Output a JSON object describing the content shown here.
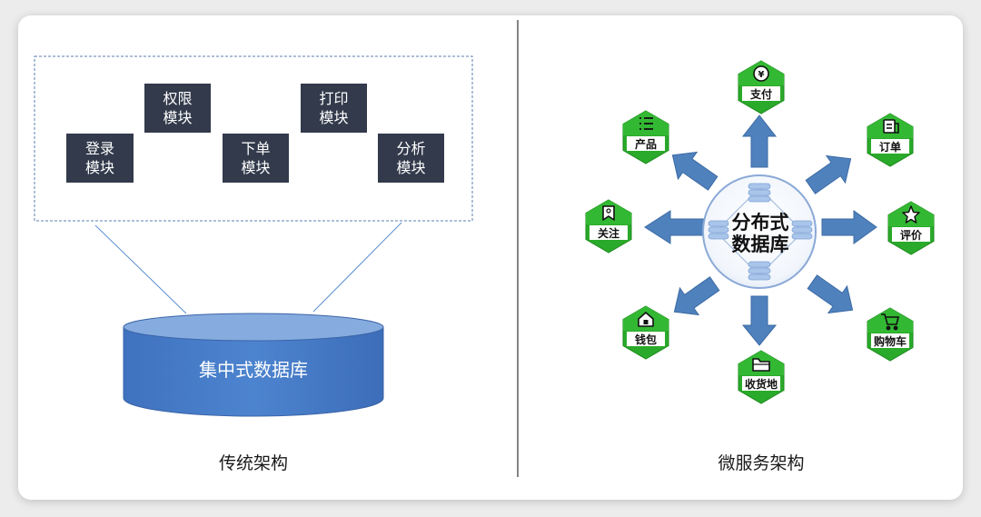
{
  "traditional": {
    "modules": [
      {
        "line1": "权限",
        "line2": "模块"
      },
      {
        "line1": "打印",
        "line2": "模块"
      },
      {
        "line1": "登录",
        "line2": "模块"
      },
      {
        "line1": "下单",
        "line2": "模块"
      },
      {
        "line1": "分析",
        "line2": "模块"
      }
    ],
    "database_label": "集中式数据库",
    "caption": "传统架构"
  },
  "microservice": {
    "center_line1": "分布式",
    "center_line2": "数据库",
    "services": [
      {
        "label": "支付",
        "icon": "coin-icon"
      },
      {
        "label": "订单",
        "icon": "receipt-icon"
      },
      {
        "label": "评价",
        "icon": "star-icon"
      },
      {
        "label": "购物车",
        "icon": "cart-icon"
      },
      {
        "label": "收货地",
        "icon": "folder-icon"
      },
      {
        "label": "钱包",
        "icon": "wallet-icon"
      },
      {
        "label": "关注",
        "icon": "bookmark-icon"
      },
      {
        "label": "产品",
        "icon": "list-icon"
      }
    ],
    "caption": "微服务架构"
  },
  "colors": {
    "module_bg": "#323a4b",
    "db_fill": "#4a7fca",
    "db_top": "#7da4dc",
    "arrow": "#4f81bd",
    "hex_green": "#2aaa2a",
    "hex_dark": "#228b22",
    "divider": "#333333"
  }
}
